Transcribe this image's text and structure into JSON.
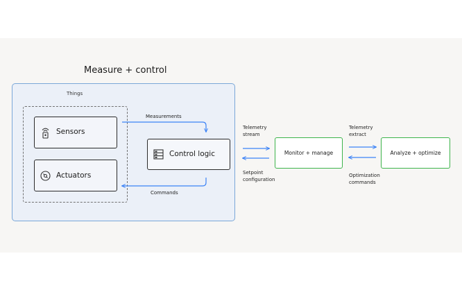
{
  "diagram": {
    "title": "Measure + control",
    "group_label": "Things",
    "nodes": {
      "sensors": "Sensors",
      "actuators": "Actuators",
      "control_logic": "Control logic",
      "monitor": "Monitor + manage",
      "analyze": "Analyze + optimize"
    },
    "edges": {
      "measurements": "Measurements",
      "commands": "Commands",
      "telemetry_stream": [
        "Telemetry",
        "stream"
      ],
      "setpoint_configuration": [
        "Setpoint",
        "configuration"
      ],
      "telemetry_extract": [
        "Telemetry",
        "extract"
      ],
      "optimization_commands": [
        "Optimization",
        "commands"
      ]
    },
    "colors": {
      "arrow": "#3b82f6",
      "panel_border": "#7aa7d8",
      "panel_fill": "#ebf0f8",
      "green_border": "#3cb34a"
    },
    "icons": {
      "sensors": "sensor-icon",
      "actuators": "actuator-icon",
      "control_logic": "server-icon"
    }
  }
}
